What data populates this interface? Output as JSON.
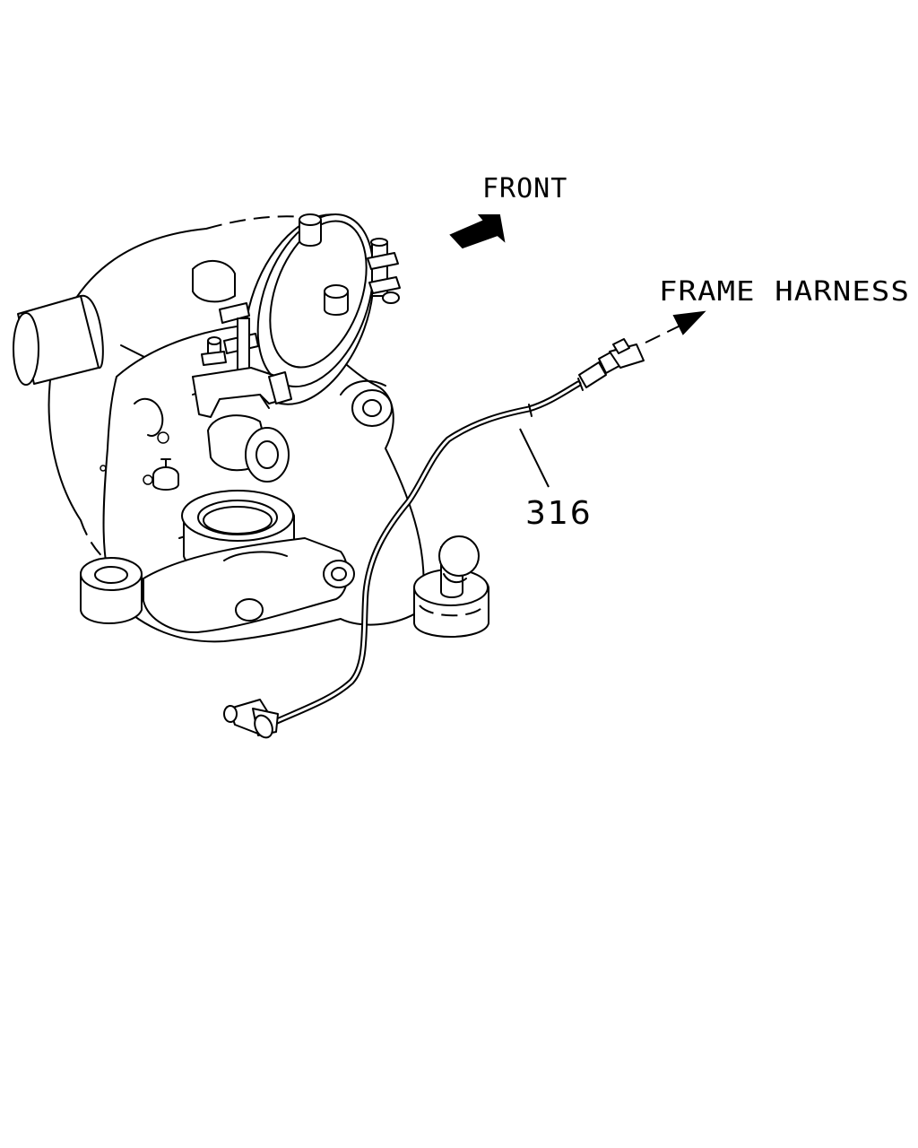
{
  "labels": {
    "front": "FRONT",
    "frame_harness": "FRAME HARNESS",
    "part_number": "316"
  },
  "colors": {
    "line": "#000000",
    "background": "#ffffff"
  }
}
